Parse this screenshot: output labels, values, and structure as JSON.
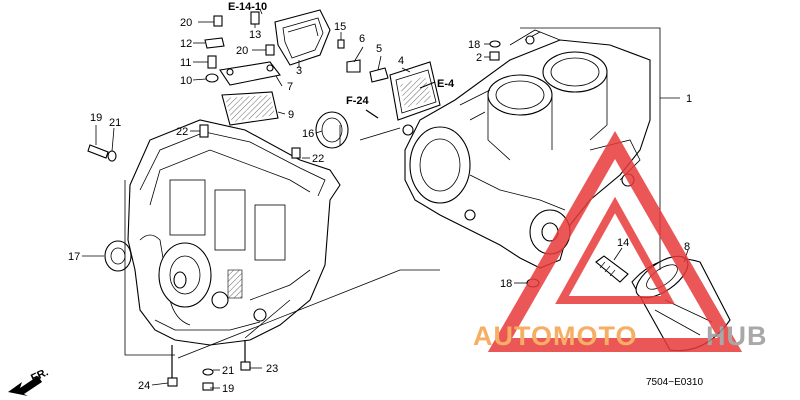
{
  "callouts": {
    "c1": "1",
    "c2": "2",
    "c3": "3",
    "c4": "4",
    "c5": "5",
    "c6": "6",
    "c7": "7",
    "c8": "8",
    "c9": "9",
    "c10": "10",
    "c11": "11",
    "c12": "12",
    "c13": "13",
    "c14": "14",
    "c15": "15",
    "c16": "16",
    "c17": "17",
    "c18a": "18",
    "c18b": "18",
    "c19a": "19",
    "c19b": "19",
    "c20a": "20",
    "c20b": "20",
    "c21a": "21",
    "c21b": "21",
    "c22a": "22",
    "c22b": "22",
    "c23": "23",
    "c24": "24"
  },
  "references": {
    "e1410": "E-14-10",
    "e4": "E-4",
    "f24": "F-24",
    "fr": "FR."
  },
  "diagram_code": "7504−E0310",
  "watermark": {
    "part1": "AUTOMOTO",
    "part2": "HUB",
    "color_orange": "#f5a04a",
    "color_gray": "#9a9a9a",
    "color_red": "#e83a3a"
  }
}
